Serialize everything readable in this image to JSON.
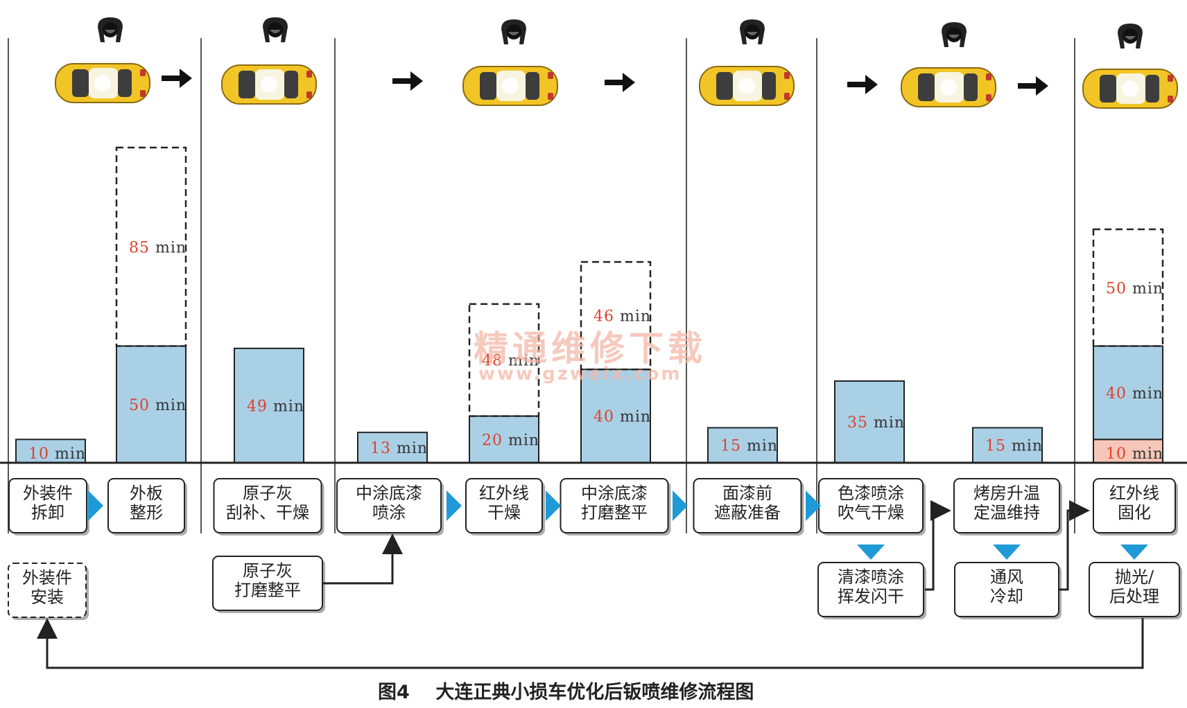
{
  "colors": {
    "bar_fill": "#aad0e6",
    "bar_red_fill": "#f6c7b8",
    "minutes_red": "#e0402a",
    "arrow_blue": "#1f9ad6",
    "car_yellow": "#f2c526",
    "line": "#333333"
  },
  "bars": [
    {
      "segments": [
        {
          "value": 10,
          "style": "solid",
          "label": "10 min"
        }
      ]
    },
    {
      "segments": [
        {
          "value": 50,
          "style": "solid",
          "label": "50 min"
        },
        {
          "value": 85,
          "style": "dashed",
          "label": "85 min"
        }
      ]
    },
    {
      "segments": [
        {
          "value": 49,
          "style": "solid",
          "label": "49 min"
        }
      ]
    },
    {
      "segments": [
        {
          "value": 13,
          "style": "solid",
          "label": "13 min"
        }
      ]
    },
    {
      "segments": [
        {
          "value": 20,
          "style": "solid",
          "label": "20 min"
        },
        {
          "value": 48,
          "style": "dashed",
          "label": "48 min"
        }
      ]
    },
    {
      "segments": [
        {
          "value": 40,
          "style": "solid",
          "label": "40 min"
        },
        {
          "value": 46,
          "style": "dashed",
          "label": "46 min"
        }
      ]
    },
    {
      "segments": [
        {
          "value": 15,
          "style": "solid",
          "label": "15 min"
        }
      ]
    },
    {
      "segments": [
        {
          "value": 35,
          "style": "solid",
          "label": "35 min"
        }
      ]
    },
    {
      "segments": [
        {
          "value": 15,
          "style": "solid",
          "label": "15 min"
        }
      ]
    },
    {
      "segments": [
        {
          "value": 10,
          "style": "red",
          "label": "10 min"
        },
        {
          "value": 40,
          "style": "solid",
          "label": "40 min"
        },
        {
          "value": 50,
          "style": "dashed",
          "label": "50 min"
        }
      ]
    }
  ],
  "steps": [
    {
      "lines": [
        "外装件",
        "拆卸"
      ]
    },
    {
      "lines": [
        "外板",
        "整形"
      ]
    },
    {
      "lines": [
        "原子灰",
        "刮补、干燥"
      ]
    },
    {
      "lines": [
        "中涂底漆",
        "喷涂"
      ]
    },
    {
      "lines": [
        "红外线",
        "干燥"
      ]
    },
    {
      "lines": [
        "中涂底漆",
        "打磨整平"
      ]
    },
    {
      "lines": [
        "面漆前",
        "遮蔽准备"
      ]
    },
    {
      "lines": [
        "色漆喷涂",
        "吹气干燥"
      ]
    },
    {
      "lines": [
        "烤房升温",
        "定温维持"
      ]
    },
    {
      "lines": [
        "红外线",
        "固化"
      ]
    }
  ],
  "sub_steps": [
    {
      "lines": [
        "外装件",
        "安装"
      ],
      "dashed": true
    },
    {
      "lines": [
        "原子灰",
        "打磨整平"
      ],
      "dashed": false
    },
    {
      "lines": [
        "清漆喷涂",
        "挥发闪干"
      ],
      "dashed": false
    },
    {
      "lines": [
        "通风",
        "冷却"
      ],
      "dashed": false
    },
    {
      "lines": [
        "抛光/",
        "后处理"
      ],
      "dashed": false
    }
  ],
  "caption": "图4    大连正典小损车优化后钣喷维修流程图",
  "watermark": {
    "title": "精通维修下载",
    "url": "www.gzweix.com"
  },
  "icons": [
    "car-top-view-icon",
    "mechanic-icon",
    "right-arrow-icon",
    "blue-triangle-arrow-icon"
  ]
}
